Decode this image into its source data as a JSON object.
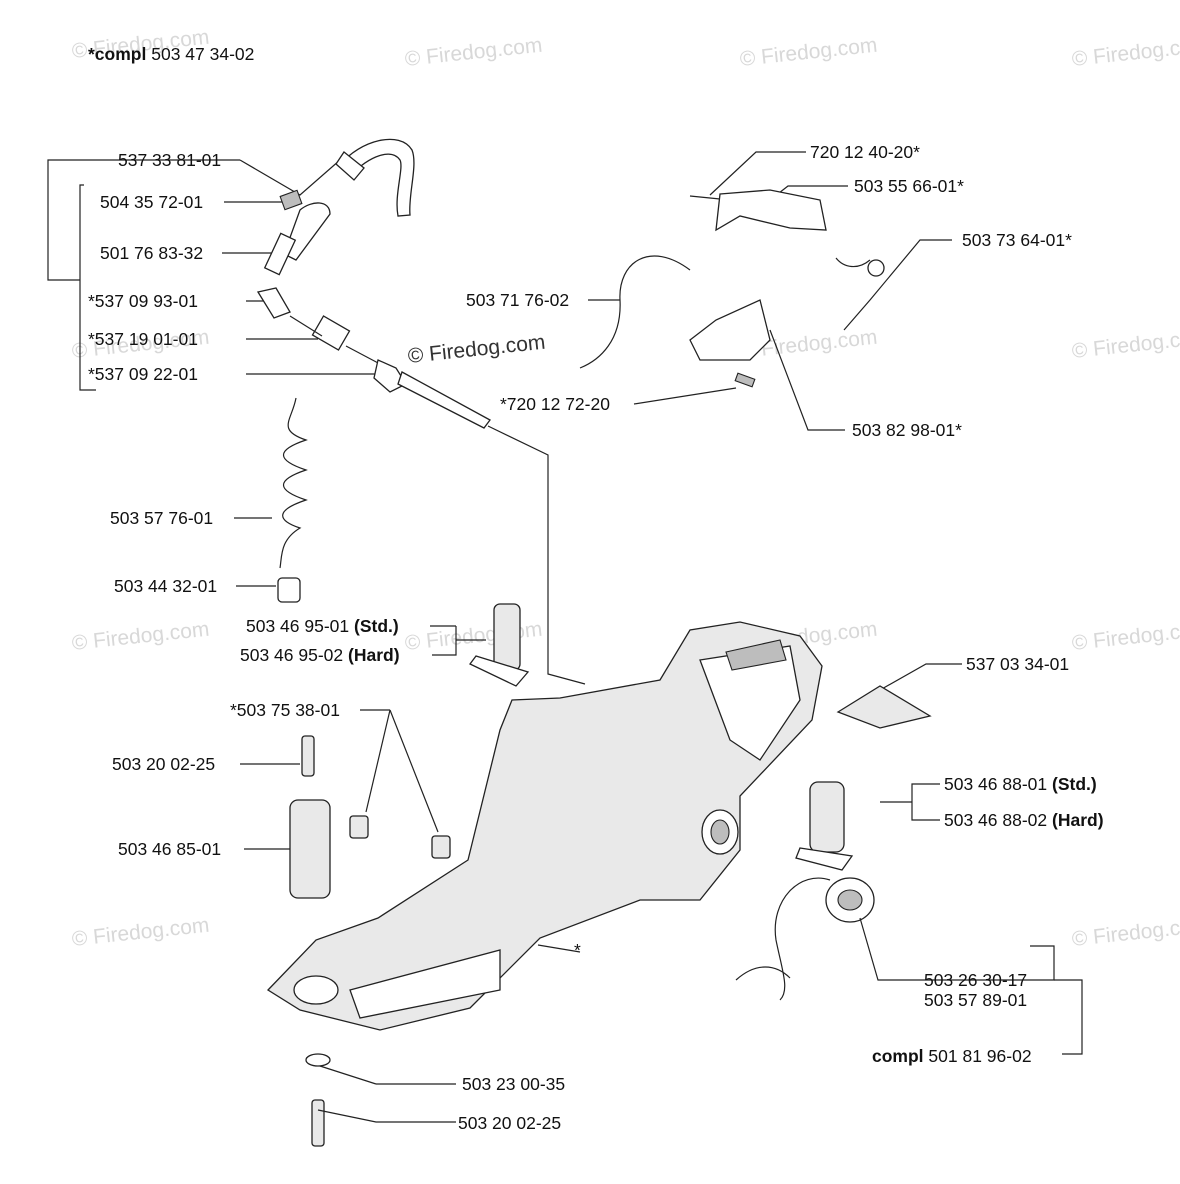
{
  "header": {
    "compl_prefix": "*compl",
    "compl_number": "503 47 34-02"
  },
  "watermark": {
    "text": "© Firedog.com",
    "center_text": "© Firedog.com"
  },
  "parts": [
    {
      "id": "p1",
      "text": "537 33 81-01"
    },
    {
      "id": "p2",
      "text": "504 35 72-01"
    },
    {
      "id": "p3",
      "text": "501 76 83-32"
    },
    {
      "id": "p4",
      "text": "*537 09 93-01"
    },
    {
      "id": "p5",
      "text": "*537 19 01-01"
    },
    {
      "id": "p6",
      "text": "*537 09 22-01"
    },
    {
      "id": "p7",
      "text": "503 57 76-01"
    },
    {
      "id": "p8",
      "text": "503 44 32-01"
    },
    {
      "id": "p9",
      "text": "503 46 95-01",
      "suffix": "(Std.)"
    },
    {
      "id": "p10",
      "text": "503 46 95-02",
      "suffix": "(Hard)"
    },
    {
      "id": "p11",
      "text": "*503 75 38-01"
    },
    {
      "id": "p12",
      "text": "503 20 02-25"
    },
    {
      "id": "p13",
      "text": "503 46 85-01"
    },
    {
      "id": "p14",
      "text": "720 12 40-20*"
    },
    {
      "id": "p15",
      "text": "503 55 66-01*"
    },
    {
      "id": "p16",
      "text": "503 73 64-01*"
    },
    {
      "id": "p17",
      "text": "503 71 76-02"
    },
    {
      "id": "p18",
      "text": "*720 12 72-20"
    },
    {
      "id": "p19",
      "text": "503 82 98-01*"
    },
    {
      "id": "p20",
      "text": "537 03 34-01"
    },
    {
      "id": "p21",
      "text": "503 46 88-01",
      "suffix": "(Std.)"
    },
    {
      "id": "p22",
      "text": "503 46 88-02",
      "suffix": "(Hard)"
    },
    {
      "id": "p23",
      "text": "503 26 30-17"
    },
    {
      "id": "p24",
      "text": "503 57 89-01"
    },
    {
      "id": "p25",
      "text": "503 23 00-35"
    },
    {
      "id": "p26",
      "text": "503 20 02-25"
    },
    {
      "id": "p27",
      "text": "*"
    }
  ],
  "footer": {
    "compl_prefix": "compl",
    "compl_number": "501 81 96-02"
  }
}
